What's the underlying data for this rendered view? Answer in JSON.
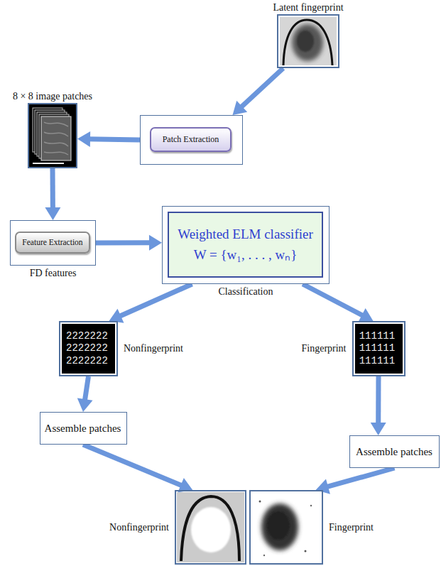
{
  "diagram": {
    "nodes": [
      {
        "text": [
          "Latent fingerprint"
        ]
      },
      {
        "text": [
          "Patch Extraction"
        ]
      },
      {
        "text": [
          "8 × 8 image patches"
        ]
      },
      {
        "text": [
          "Feature Extraction",
          "FD features"
        ]
      },
      {
        "text": [
          "Weighted ELM classifier",
          "W = {w₁, . . . , wₙ}",
          "Classification"
        ]
      },
      {
        "text": [
          "2222222 2222222 2222222",
          "Nonfingerprint"
        ]
      },
      {
        "text": [
          "111111 111111 111111",
          "Fingerprint"
        ]
      },
      {
        "text": [
          "Assemble patches"
        ]
      },
      {
        "text": [
          "Assemble patches"
        ]
      },
      {
        "text": [
          "Nonfingerprint"
        ]
      },
      {
        "text": [
          "Fingerprint"
        ]
      }
    ],
    "edges": [
      {
        "from": 0,
        "to": 1,
        "arrow": "to"
      },
      {
        "from": 1,
        "to": 2,
        "arrow": "to"
      },
      {
        "from": 2,
        "to": 3,
        "arrow": "to"
      },
      {
        "from": 3,
        "to": 4,
        "arrow": "to"
      },
      {
        "from": 4,
        "to": 5,
        "arrow": "to"
      },
      {
        "from": 4,
        "to": 6,
        "arrow": "to"
      },
      {
        "from": 5,
        "to": 7,
        "arrow": "to"
      },
      {
        "from": 6,
        "to": 8,
        "arrow": "to"
      },
      {
        "from": 7,
        "to": 9,
        "arrow": "to"
      },
      {
        "from": 8,
        "to": 10,
        "arrow": "to"
      }
    ]
  }
}
